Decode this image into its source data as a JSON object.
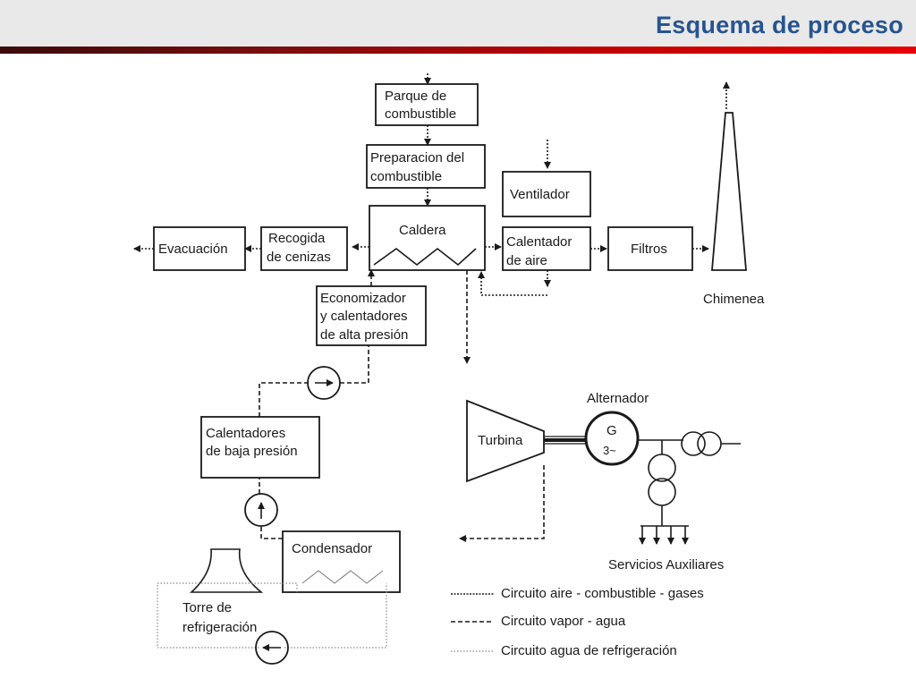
{
  "page": {
    "title": "Esquema de proceso",
    "accent_color": "#27548f",
    "rule_colors": [
      "#3b0a0a",
      "#e80000"
    ]
  },
  "diagram": {
    "fuel_yard": [
      "Parque de",
      "combustible"
    ],
    "fuel_prep": [
      "Preparacion del",
      "combustible"
    ],
    "fan": "Ventilador",
    "boiler": "Caldera",
    "air_heater": [
      "Calentador",
      "de aire"
    ],
    "filters": "Filtros",
    "stack": "Chimenea",
    "evacuation": "Evacuación",
    "ash_collection": [
      "Recogida",
      "de cenizas"
    ],
    "economizer": [
      "Economizador",
      "y calentadores",
      "de alta presión"
    ],
    "lp_heaters": [
      "Calentadores",
      "de baja presión"
    ],
    "turbine": "Turbina",
    "alternator_label": "Alternador",
    "generator_symbol": [
      "G",
      "3~"
    ],
    "auxiliary_services": "Servicios Auxiliares",
    "condenser": "Condensador",
    "cooling_tower": [
      "Torre de",
      "refrigeración"
    ],
    "pump_icons": [
      "pump-arrow-right-icon",
      "pump-arrow-up-icon",
      "pump-arrow-left-icon"
    ],
    "legend": [
      {
        "label": "Circuito aire - combustible - gases",
        "line": "dotted"
      },
      {
        "label": "Circuito vapor -  agua",
        "line": "dashed"
      },
      {
        "label": "Circuito agua de refrigeración",
        "line": "faint-dotted"
      }
    ]
  }
}
